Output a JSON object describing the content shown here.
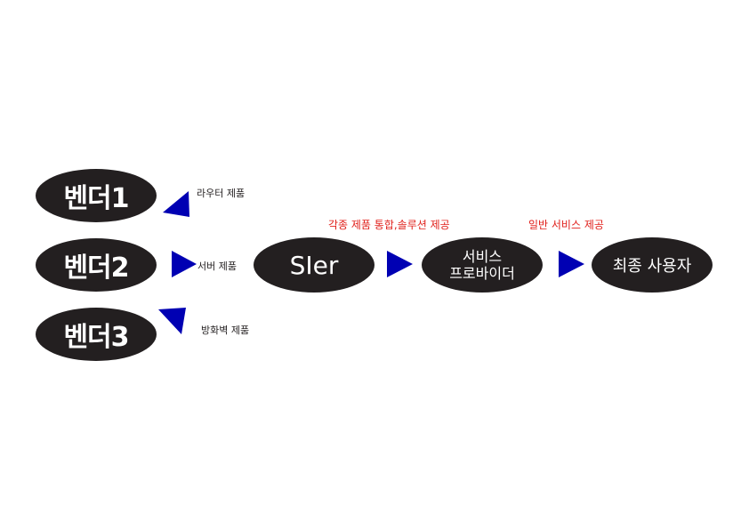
{
  "vendors": [
    {
      "label": "벤더1",
      "product": "라우터 제품"
    },
    {
      "label": "벤더2",
      "product": "서버 제품"
    },
    {
      "label": "벤더3",
      "product": "방화벽 제품"
    }
  ],
  "flow": {
    "sier": {
      "label": "SIer",
      "service": "각종 제품 통합,솔루션 제공"
    },
    "service_provider": {
      "line1": "서비스",
      "line2": "프로바이더",
      "service": "일반 서비스 제공"
    },
    "end_user": {
      "label": "최종 사용자"
    }
  },
  "colors": {
    "node_fill": "#231f20",
    "arrow_fill": "#0000b3",
    "red_text": "#e0201b"
  }
}
